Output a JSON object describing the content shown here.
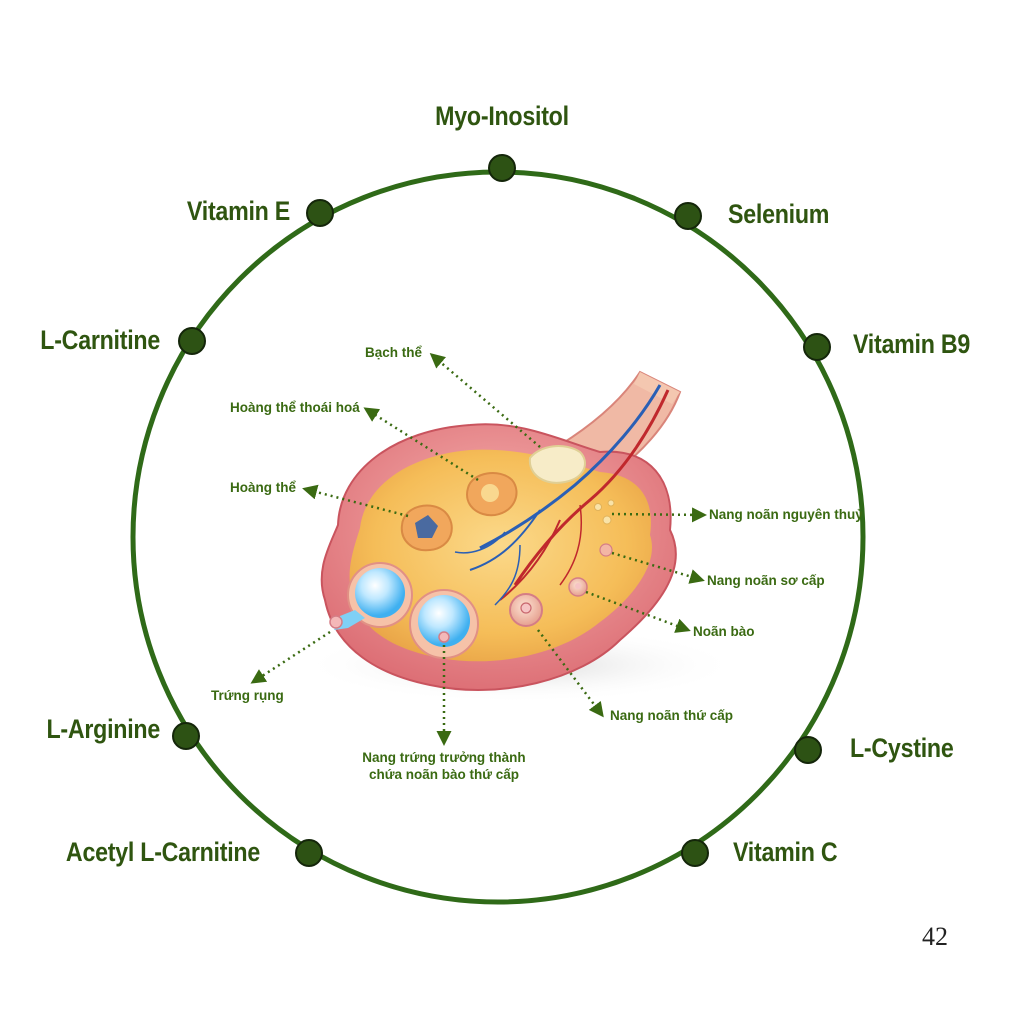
{
  "nutrients": {
    "top": "Myo-Inositol",
    "top_right": "Selenium",
    "right_upper": "Vitamin B9",
    "right_lower": "L-Cystine",
    "bottom_right": "Vitamin C",
    "bottom_left": "Acetyl L-Carnitine",
    "left_lower": "L-Arginine",
    "left_upper": "L-Carnitine",
    "top_left": "Vitamin E"
  },
  "ovary_labels": {
    "corpus_albicans": "Bạch thể",
    "degenerating_corpus_luteum": "Hoàng thể thoái hoá",
    "corpus_luteum": "Hoàng thể",
    "primordial_follicle": "Nang noãn nguyên thuỷ",
    "primary_follicle": "Nang noãn sơ cấp",
    "oocyte": "Noãn bào",
    "secondary_follicle": "Nang noãn thứ cấp",
    "mature_follicle_line1": "Nang trứng trưởng thành",
    "mature_follicle_line2": "chứa noãn bào thứ cấp",
    "ovulation": "Trứng rụng"
  },
  "page_number": "42",
  "colors": {
    "ring": "#2f6a18",
    "node": "#2d5214",
    "label_green": "#3a6a12",
    "ovary_fill": "#f7c667",
    "ovary_wall": "#e88a8e"
  }
}
